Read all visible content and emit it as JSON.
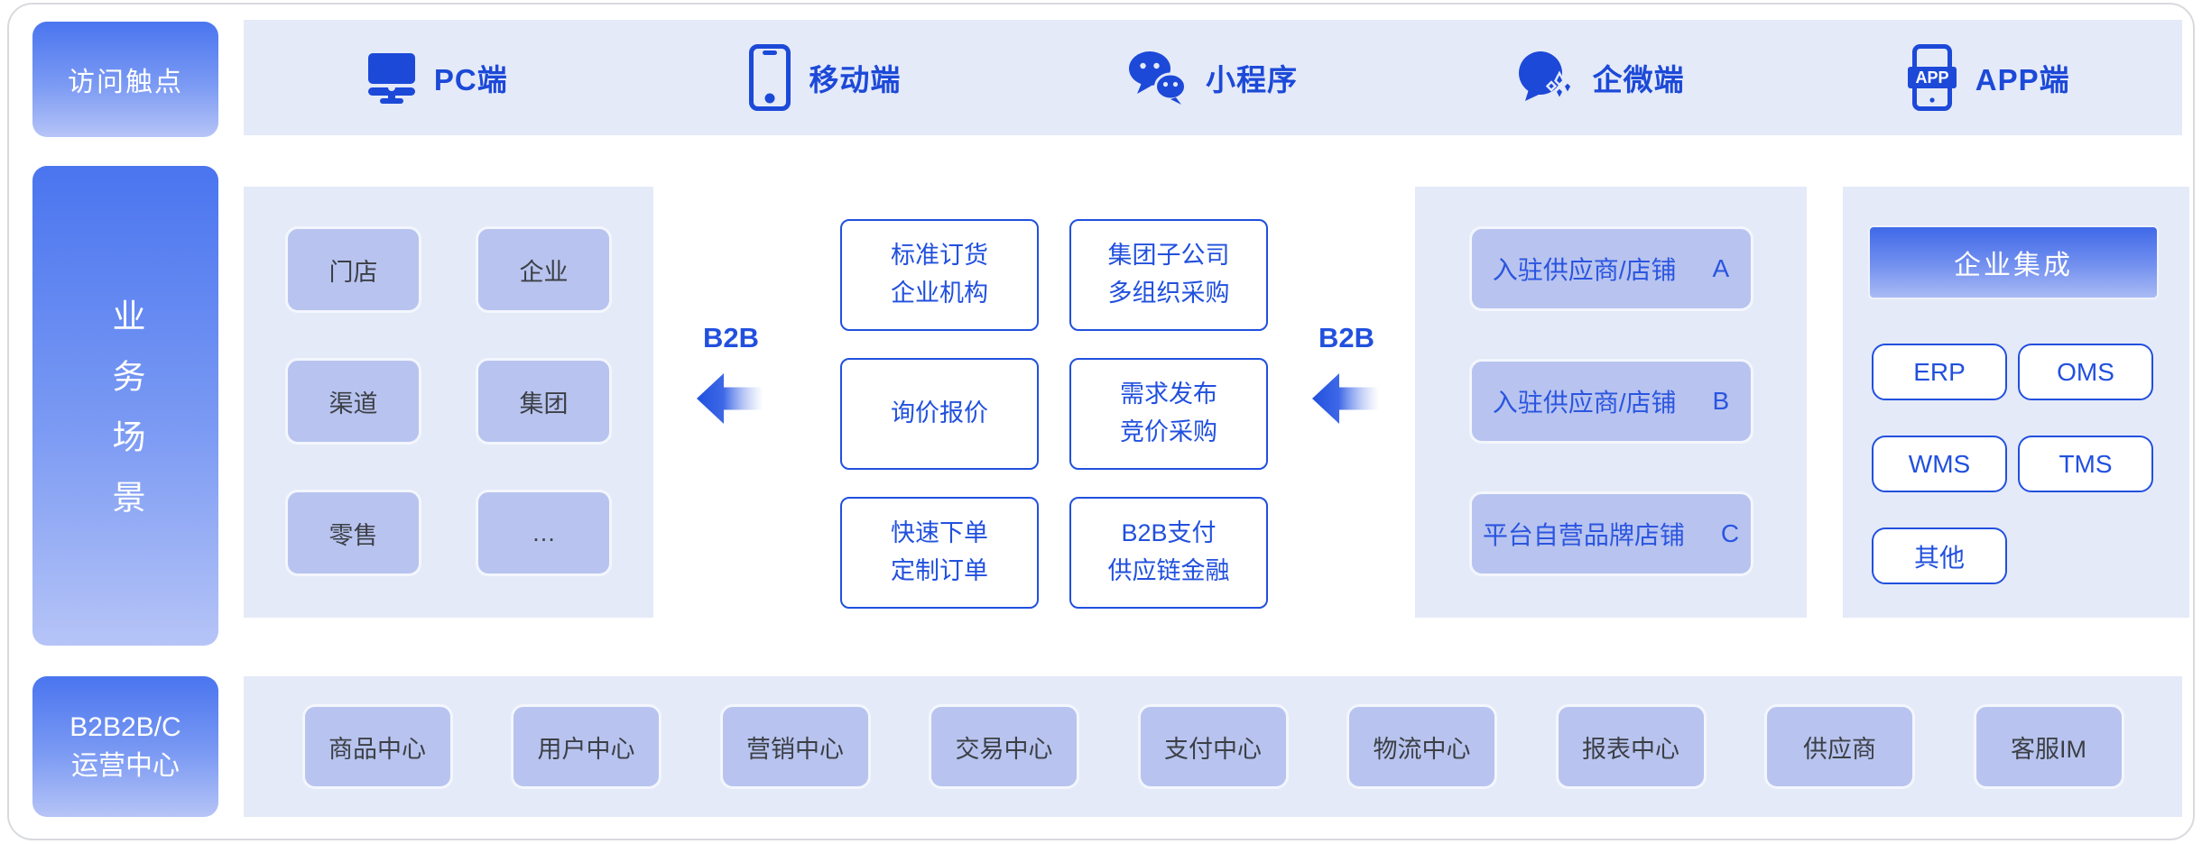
{
  "colors": {
    "accent_blue": "#2150de",
    "icon_blue": "#1c49d8",
    "panel_lavender": "#e5eaf8",
    "chip_periwinkle": "#b8c4ef",
    "sidebar_gradient_top": "#4a75ef",
    "sidebar_gradient_bottom": "#b6c4f7"
  },
  "touchpoints": {
    "title": "访问触点",
    "channels": [
      {
        "label": "PC端",
        "icon": "desktop-icon"
      },
      {
        "label": "移动端",
        "icon": "mobile-icon"
      },
      {
        "label": "小程序",
        "icon": "wechat-icon"
      },
      {
        "label": "企微端",
        "icon": "wecom-icon"
      },
      {
        "label": "APP端",
        "icon": "app-icon",
        "icon_badge": "APP"
      }
    ]
  },
  "business": {
    "title": "业务场景",
    "buyer_types": [
      "门店",
      "企业",
      "渠道",
      "集团",
      "零售",
      "…"
    ],
    "flow_labels": {
      "left": "B2B",
      "right": "B2B"
    },
    "capabilities": [
      [
        "标准订货",
        "企业机构"
      ],
      [
        "集团子公司",
        "多组织采购"
      ],
      [
        "询价报价"
      ],
      [
        "需求发布",
        "竞价采购"
      ],
      [
        "快速下单",
        "定制订单"
      ],
      [
        "B2B支付",
        "供应链金融"
      ]
    ],
    "suppliers": [
      {
        "label": "入驻供应商/店铺",
        "tag": "A"
      },
      {
        "label": "入驻供应商/店铺",
        "tag": "B"
      },
      {
        "label": "平台自营品牌店铺",
        "tag": "C"
      }
    ],
    "integration": {
      "title": "企业集成",
      "systems": [
        "ERP",
        "OMS",
        "WMS",
        "TMS",
        "其他"
      ]
    }
  },
  "operations": {
    "title": [
      "B2B2B/C",
      "运营中心"
    ],
    "centers": [
      "商品中心",
      "用户中心",
      "营销中心",
      "交易中心",
      "支付中心",
      "物流中心",
      "报表中心",
      "供应商",
      "客服IM"
    ]
  }
}
